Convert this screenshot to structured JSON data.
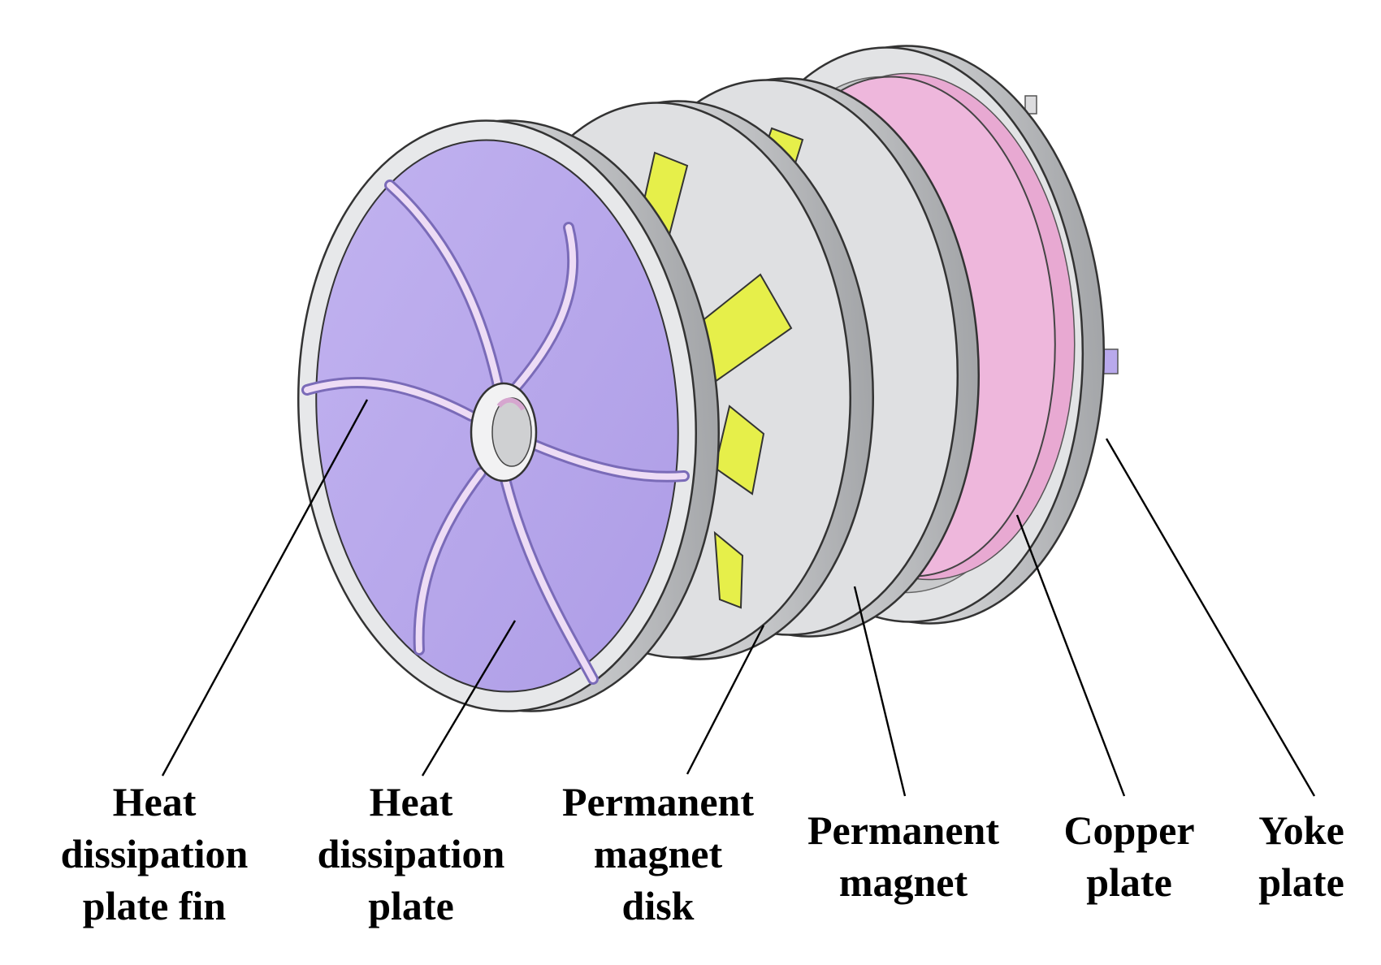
{
  "labels": {
    "fin": [
      "Heat",
      "dissipation",
      "plate fin"
    ],
    "plate": [
      "Heat",
      "dissipation",
      "plate"
    ],
    "disk": [
      "Permanent",
      "magnet",
      "disk"
    ],
    "magnet": [
      "Permanent",
      "magnet"
    ],
    "copper": [
      "Copper",
      "plate"
    ],
    "yoke": [
      "Yoke",
      "plate"
    ]
  },
  "colors": {
    "steel": "#d9dadc",
    "steel_dark": "#9fa1a4",
    "steel_light": "#f2f2f3",
    "heat_plate": "#b8a8ec",
    "heat_plate_dark": "#8e7fcf",
    "magnet": "#e6ef4a",
    "copper": "#eeb7dc",
    "leader": "#000000"
  }
}
